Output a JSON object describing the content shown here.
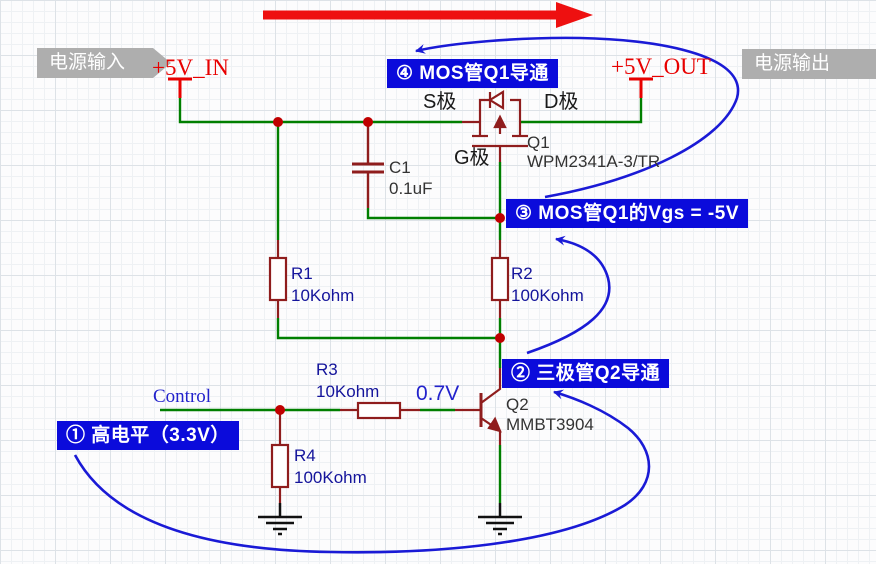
{
  "banners": {
    "input": "电源输入",
    "output": "电源输出"
  },
  "nets": {
    "vin": "+5V_IN",
    "vout": "+5V_OUT",
    "control": "Control"
  },
  "pins": {
    "source": "S极",
    "drain": "D极",
    "gate": "G极"
  },
  "components": {
    "q1": {
      "ref": "Q1",
      "value": "WPM2341A-3/TR"
    },
    "q2": {
      "ref": "Q2",
      "value": "MMBT3904"
    },
    "c1": {
      "ref": "C1",
      "value": "0.1uF"
    },
    "r1": {
      "ref": "R1",
      "value": "10Kohm"
    },
    "r2": {
      "ref": "R2",
      "value": "100Kohm"
    },
    "r3": {
      "ref": "R3",
      "value": "10Kohm"
    },
    "r4": {
      "ref": "R4",
      "value": "100Kohm"
    }
  },
  "annotations": {
    "step1": "① 高电平（3.3V）",
    "step2": "② 三极管Q2导通",
    "step3": "③ MOS管Q1的Vgs = -5V",
    "step4": "④ MOS管Q1导通",
    "base_voltage": "0.7V"
  },
  "colors": {
    "wire_green": "#007f00",
    "component_outline": "#8f1d1d",
    "junction_dot": "#c00000",
    "net_red": "#e80000",
    "label_navy": "#14149b",
    "annotation_blue": "#1a1ad6",
    "badge_blue": "#0b0bdb",
    "banner_gray": "#aeaeae",
    "flow_arrow_red": "#ee1010"
  }
}
